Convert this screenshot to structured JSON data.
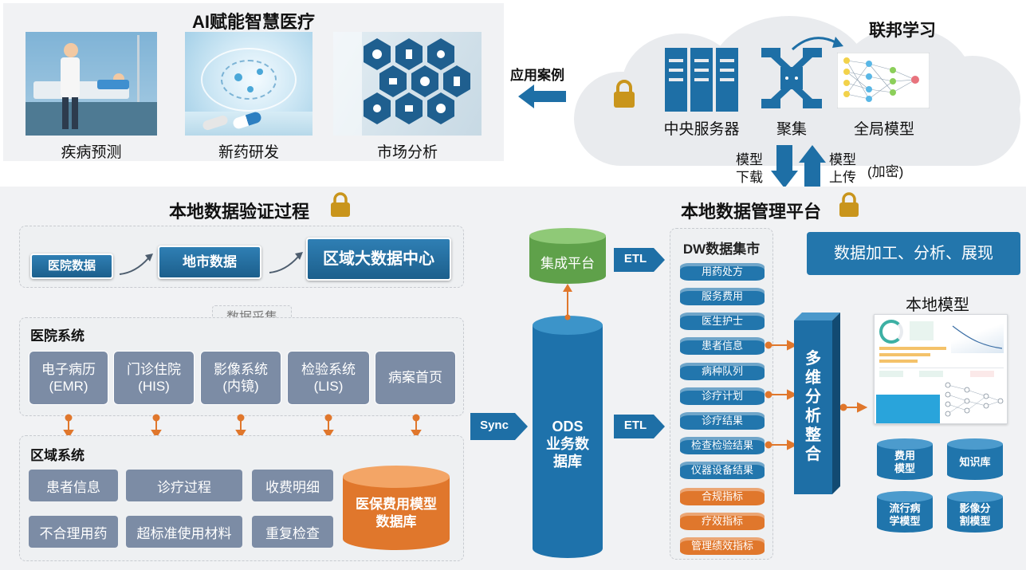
{
  "ai_panel": {
    "title": "AI赋能智慧医疗",
    "cases": [
      {
        "label": "疾病预测"
      },
      {
        "label": "新药研发"
      },
      {
        "label": "市场分析"
      }
    ]
  },
  "app_case_label": "应用案例",
  "federated": {
    "title": "联邦学习",
    "server_label": "中央服务器",
    "aggregate_label": "聚集",
    "global_model_label": "全局模型"
  },
  "transfer": {
    "download_label": "模型\n下载",
    "upload_label": "模型\n上传",
    "encrypted_label": "(加密)"
  },
  "local_verify": {
    "title": "本地数据验证过程",
    "flow": [
      "医院数据",
      "地市数据",
      "区域大数据中心"
    ]
  },
  "collection_label": "数据采集",
  "hospital_systems": {
    "title": "医院系统",
    "items": [
      {
        "label": "电子病历\n(EMR)"
      },
      {
        "label": "门诊住院\n(HIS)"
      },
      {
        "label": "影像系统\n(内镜)"
      },
      {
        "label": "检验系统\n(LIS)"
      },
      {
        "label": "病案首页"
      }
    ]
  },
  "regional_systems": {
    "title": "区域系统",
    "items": [
      "患者信息",
      "诊疗过程",
      "收费明细",
      "不合理用药",
      "超标准使用材料",
      "重复检查"
    ],
    "db_label": "医保费用模型\n数据库"
  },
  "platform": {
    "title": "本地数据管理平台",
    "integration_label": "集成平台",
    "sync_label": "Sync",
    "etl_label": "ETL",
    "ods_label": "ODS\n业务数\n据库"
  },
  "dw": {
    "title": "DW数据集市",
    "blue_items": [
      "用药处方",
      "服务费用",
      "医生护士",
      "患者信息",
      "病种队列",
      "诊疗计划",
      "诊疗结果",
      "检查检验结果",
      "仪器设备结果"
    ],
    "orange_items": [
      "合规指标",
      "疗效指标",
      "管理绩效指标"
    ]
  },
  "multi_analysis_label": "多\n维\n分\n析\n整\n合",
  "processing_banner": "数据加工、分析、展现",
  "local_model": {
    "title": "本地模型",
    "models": [
      "费用\n模型",
      "知识库",
      "流行病\n学模型",
      "影像分\n割模型"
    ]
  },
  "colors": {
    "primary_blue": "#1e6fa6",
    "orange": "#e0772c",
    "green": "#5fa14a",
    "gray_box": "#7c8ca5",
    "lock_gold": "#c9951c"
  }
}
